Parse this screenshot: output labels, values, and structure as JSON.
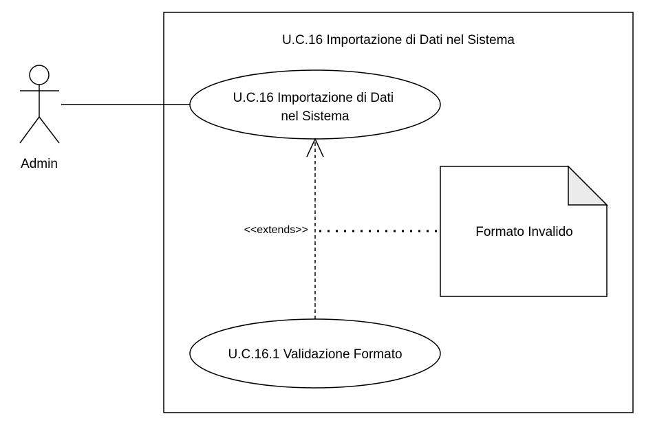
{
  "system": {
    "title": "U.C.16 Importazione di Dati nel Sistema"
  },
  "actor": {
    "name": "Admin"
  },
  "use_cases": {
    "main": {
      "line1": "U.C.16 Importazione di Dati",
      "line2": "nel Sistema"
    },
    "extension": {
      "label": "U.C.16.1 Validazione Formato"
    }
  },
  "relationship": {
    "stereotype": "<<extends>>"
  },
  "note": {
    "text": "Formato Invalido"
  },
  "colors": {
    "stroke": "#000000",
    "background": "#ffffff",
    "note_fold": "#ebebeb"
  }
}
